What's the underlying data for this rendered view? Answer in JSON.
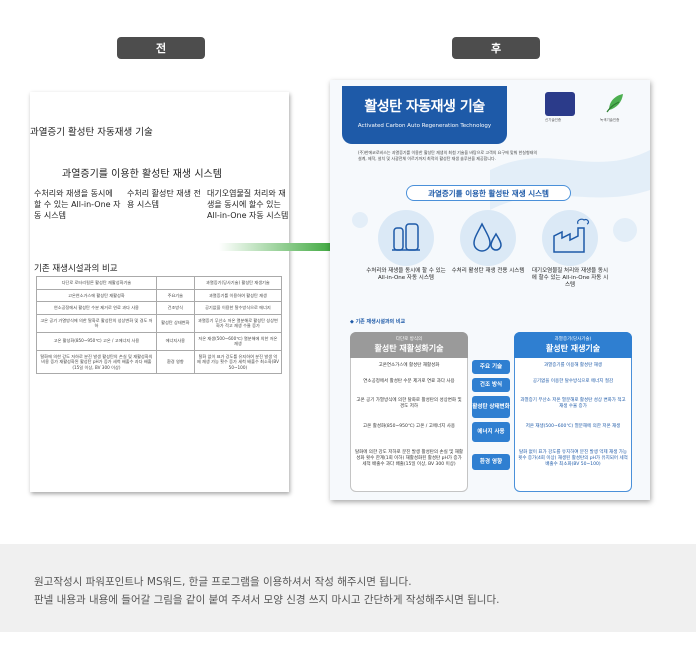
{
  "tabs": {
    "before": "전",
    "after": "후"
  },
  "before_doc": {
    "title": "과열증기 활성탄 자동재생 기술",
    "subtitle": "과열증기를 이용한 활성탄 재생 시스템",
    "col1": "수처리와 재생을 동시에 할 수 있는 All-in-One 자동 시스템",
    "col2": "수처리 활성탄 재생 전용 시스템",
    "col3": "대기오염물질 처리와 재생을 동시에 할수 있는 All-in-One 자동 시스템",
    "compare_title": "기존 재생시설과의 비교",
    "table": [
      [
        "다단로 로터리킬른 활성탄 재활성화기술",
        "",
        "과열증기(당사기술) 활성탄 재생기술"
      ],
      [
        "고온연소가스에 활성탄 재활성화",
        "주요기술",
        "과열증기를 이용하여 활성탄 재생"
      ],
      [
        "연소공정에서 활성탄 수분 제거로 연료 과다 사용",
        "건조방식",
        "공기없을 이용한 탈수방식으로 에너지"
      ],
      [
        "고온 공기 가열방식에 의한 탈화로 활성탄의 성상변화 및 경도 저하",
        "활성탄 상태변화",
        "과열증기 무산소 저온 열분해로 활성탄 성상변화가 적고 재생 수율 증가"
      ],
      [
        "고온 활성화(850~950℃) 고온 / 고에너지 사용",
        "에너지사용",
        "저온 재생(500~600℃) 열분해에 의한 저온 재생"
      ],
      [
        "탈화에 의한 강도 저하로 분진 발생 활성탄의 손실 및 재활성화의 비용 증가 재활성화된 활성탄 pH가 증가 세척 배출수 과다 배출(15일 이상, BV 300 이상)",
        "환경 영향",
        "탈화 없이 표가 강도를 유지하여 분진 발생 억제 재생 가능 횟수 증가 세척 배출수 최소화(BV 50~100)"
      ]
    ]
  },
  "after_doc": {
    "title": "활성탄 자동재생 기술",
    "title_en": "Activated Carbon Auto Regeneration Technology",
    "logo1_caption": "신기술인증",
    "logo2_caption": "녹색기술인증",
    "intro": "(주)한에코로비스는 과열증기를 이용한 활성탄 재생의 최첨 기술을 바탕으로 고객의 요구에 맞춰 한실형태의 설계, 제작, 설치 및 사광전체 이르기까지 최적의 활성탄 재생 솔루션을 제공합니다.",
    "system_title": "과열증기를 이용한 활성탄 재생 시스템",
    "features": [
      "수처리와 재생을 동시에 할 수 있는 All-in-One 자동 시스템",
      "수처리 활성탄 재생 전용 시스템",
      "대기오염물질 처리와 재생을 동시에 할수 있는 All-in-One 자동 시스템"
    ],
    "compare_label": "◆ 기존 재생시설과의 비교",
    "left_head_sm": "다단로 방식의",
    "left_head_lg": "활성탄 재활성화기술",
    "right_head_sm": "과열증기(당사기술)",
    "right_head_lg": "활성탄 재생기술",
    "rows": [
      {
        "label": "주요 기술",
        "left": "고온연소가스에 활성탄 재활성화",
        "right": "과열증기를 이용해 활성탄 재생"
      },
      {
        "label": "건조 방식",
        "left": "연소공정에서 활성탄 수분 제거로 연료 과다 사용",
        "right": "공기없을 이용한 탈수방식으로 에너지 절감"
      },
      {
        "label": "활성탄 상태변화",
        "left": "고온 공기 가열방식에 의한 탈화로 활성탄의 성상변화 및 경도 저하",
        "right": "과열증기 무산소 저온 열분해로 활성탄 성상 변화가 적고 재생 수율 증가"
      },
      {
        "label": "에너지 사용",
        "left": "고온 활성화(850~950℃) 고온 / 고에너지 사용",
        "right": "저온 재생(500~600℃) 열분해에 의한 저온 재생"
      },
      {
        "label": "환경 영향",
        "left": "탈화에 의한 강도 저하로 분진 발생 활성탄의 손실 및 재활성화 횟수 한계(1회 이하) 재활성화된 활성탄 pH가 증가 세척 배출수 과다 배출(15일 이상, BV 300 이상)",
        "right": "탈화 없이 표가 강도를 유지하여 분진 발생 억제 재생 가능 횟수 증가(4회 이상) 재생된 활성탄의 pH가 유지되어 세척 배출수 최소화(BV 50~100)"
      }
    ]
  },
  "footer": {
    "line1": "원고작성시 파워포인트나 MS워드, 한글 프로그램을 이용하셔서 작성 해주시면 됩니다.",
    "line2": "판넬 내용과 내용에 들어갈 그림을 같이 붙여 주셔서 모양 신경 쓰지 마시고 간단하게 작성해주시면 됩니다."
  }
}
